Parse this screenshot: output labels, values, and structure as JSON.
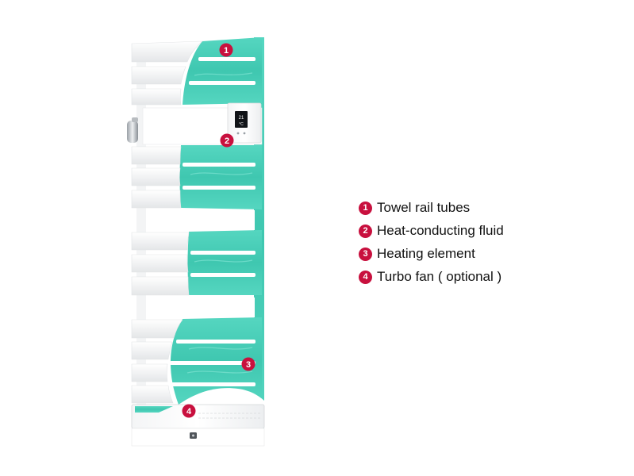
{
  "colors": {
    "accent": "#c8103e",
    "fluid": "#4fd1bb",
    "fluid_dark": "#2fb9a3",
    "radiator_white": "#ffffff"
  },
  "callouts": [
    {
      "num": "1",
      "label": "Towel rail tubes"
    },
    {
      "num": "2",
      "label": "Heat-conducting fluid"
    },
    {
      "num": "3",
      "label": "Heating element"
    },
    {
      "num": "4",
      "label": "Turbo fan ( optional )"
    }
  ],
  "thermostat": {
    "display_line1": "21",
    "display_line2": "°C"
  }
}
